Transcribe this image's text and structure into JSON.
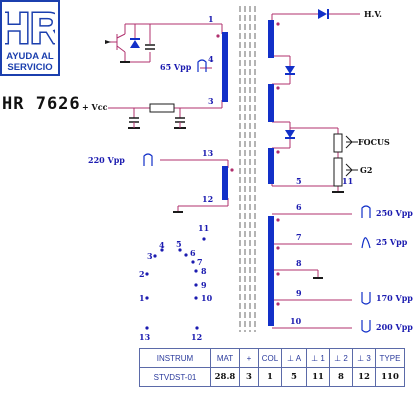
{
  "logo": {
    "mark": "HR",
    "line1": "AYUDA AL",
    "line2": "SERVICIO"
  },
  "model": "HR 7626",
  "vcc_label": "+ Vcc",
  "hv_label": "H.V.",
  "focus_label": "FOCUS",
  "g2_label": "G2",
  "primary": {
    "pin1": "1",
    "pin4": "4",
    "pin3": "3",
    "pin13": "13",
    "pin12": "12",
    "vpp_65": "65 Vpp",
    "vpp_220": "220 Vpp"
  },
  "secondary": {
    "pin5": "5",
    "pin11": "11",
    "outputs": [
      {
        "pin": "6",
        "label": "250 Vpp"
      },
      {
        "pin": "7",
        "label": "25 Vpp"
      },
      {
        "pin": "8",
        "label": ""
      },
      {
        "pin": "9",
        "label": "170 Vpp"
      },
      {
        "pin": "10",
        "label": "200 Vpp"
      }
    ]
  },
  "pinout": [
    "1",
    "2",
    "3",
    "4",
    "5",
    "6",
    "7",
    "8",
    "9",
    "10",
    "11",
    "12",
    "13"
  ],
  "table": {
    "headers": [
      "INSTRUM",
      "MAT",
      "+",
      "COL",
      "⊥ A",
      "⊥ 1",
      "⊥ 2",
      "⊥ 3",
      "TYPE"
    ],
    "values": [
      "STVDST-01",
      "28.8",
      "3",
      "1",
      "5",
      "11",
      "8",
      "12",
      "110"
    ]
  },
  "colors": {
    "winding": "#1230c8",
    "wire": "#b0306e",
    "label": "#1b1bb0",
    "core": "#6a6a6a"
  }
}
